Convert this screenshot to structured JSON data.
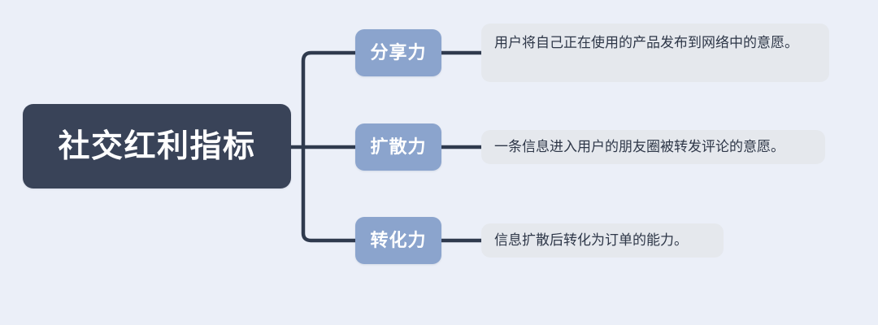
{
  "diagram": {
    "type": "mindmap",
    "background_color": "#ebeff8",
    "title": "社交红利指标",
    "root": {
      "label": "社交红利指标",
      "fill_color": "#394358",
      "text_color": "#ffffff"
    },
    "connector_color": "#2f3a4e",
    "branches": [
      {
        "label": "分享力",
        "fill_color": "#8ba4cd",
        "text_color": "#ffffff",
        "description": "用户将自己正在使用的产品发布到网络中的意愿。",
        "description_fill_color": "#e5e8ed",
        "description_text_color": "#2e3748"
      },
      {
        "label": "扩散力",
        "fill_color": "#8ba4cd",
        "text_color": "#ffffff",
        "description": "一条信息进入用户的朋友圈被转发评论的意愿。",
        "description_fill_color": "#e5e8ed",
        "description_text_color": "#2e3748"
      },
      {
        "label": "转化力",
        "fill_color": "#8ba4cd",
        "text_color": "#ffffff",
        "description": "信息扩散后转化为订单的能力。",
        "description_fill_color": "#e5e8ed",
        "description_text_color": "#2e3748"
      }
    ]
  }
}
